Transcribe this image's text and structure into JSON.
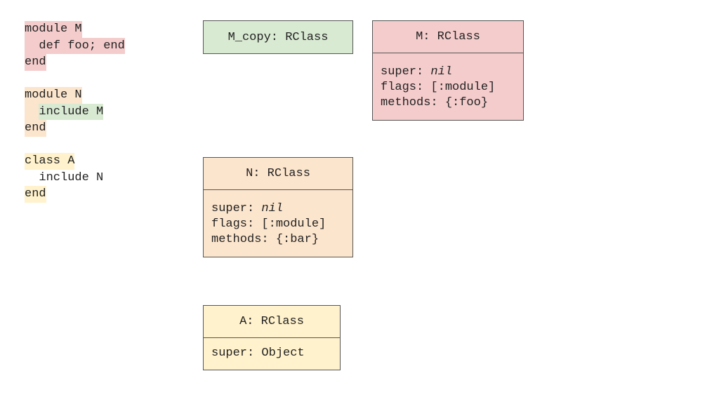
{
  "code": {
    "module_m": {
      "line1": "module M",
      "line2": "  def foo; end",
      "line3": "end"
    },
    "module_n": {
      "line1": "module N",
      "line2_indent": "  ",
      "line2": "include M",
      "line3": "end"
    },
    "class_a": {
      "line1": "class A",
      "line2": "  include N",
      "line3": "end"
    }
  },
  "boxes": {
    "m_copy": {
      "title": "M_copy: RClass"
    },
    "m": {
      "title": "M: RClass",
      "super_label": "super: ",
      "super_value": "nil",
      "flags": "flags: [:module]",
      "methods": "methods: {:foo}"
    },
    "n": {
      "title": "N: RClass",
      "super_label": "super: ",
      "super_value": "nil",
      "flags": "flags: [:module]",
      "methods": "methods: {:bar}"
    },
    "a": {
      "title": "A: RClass",
      "super": "super: Object"
    }
  },
  "colors": {
    "red": "#f4cccc",
    "green": "#d9ead3",
    "orange": "#fce5cd",
    "yellow": "#fff2cc"
  }
}
